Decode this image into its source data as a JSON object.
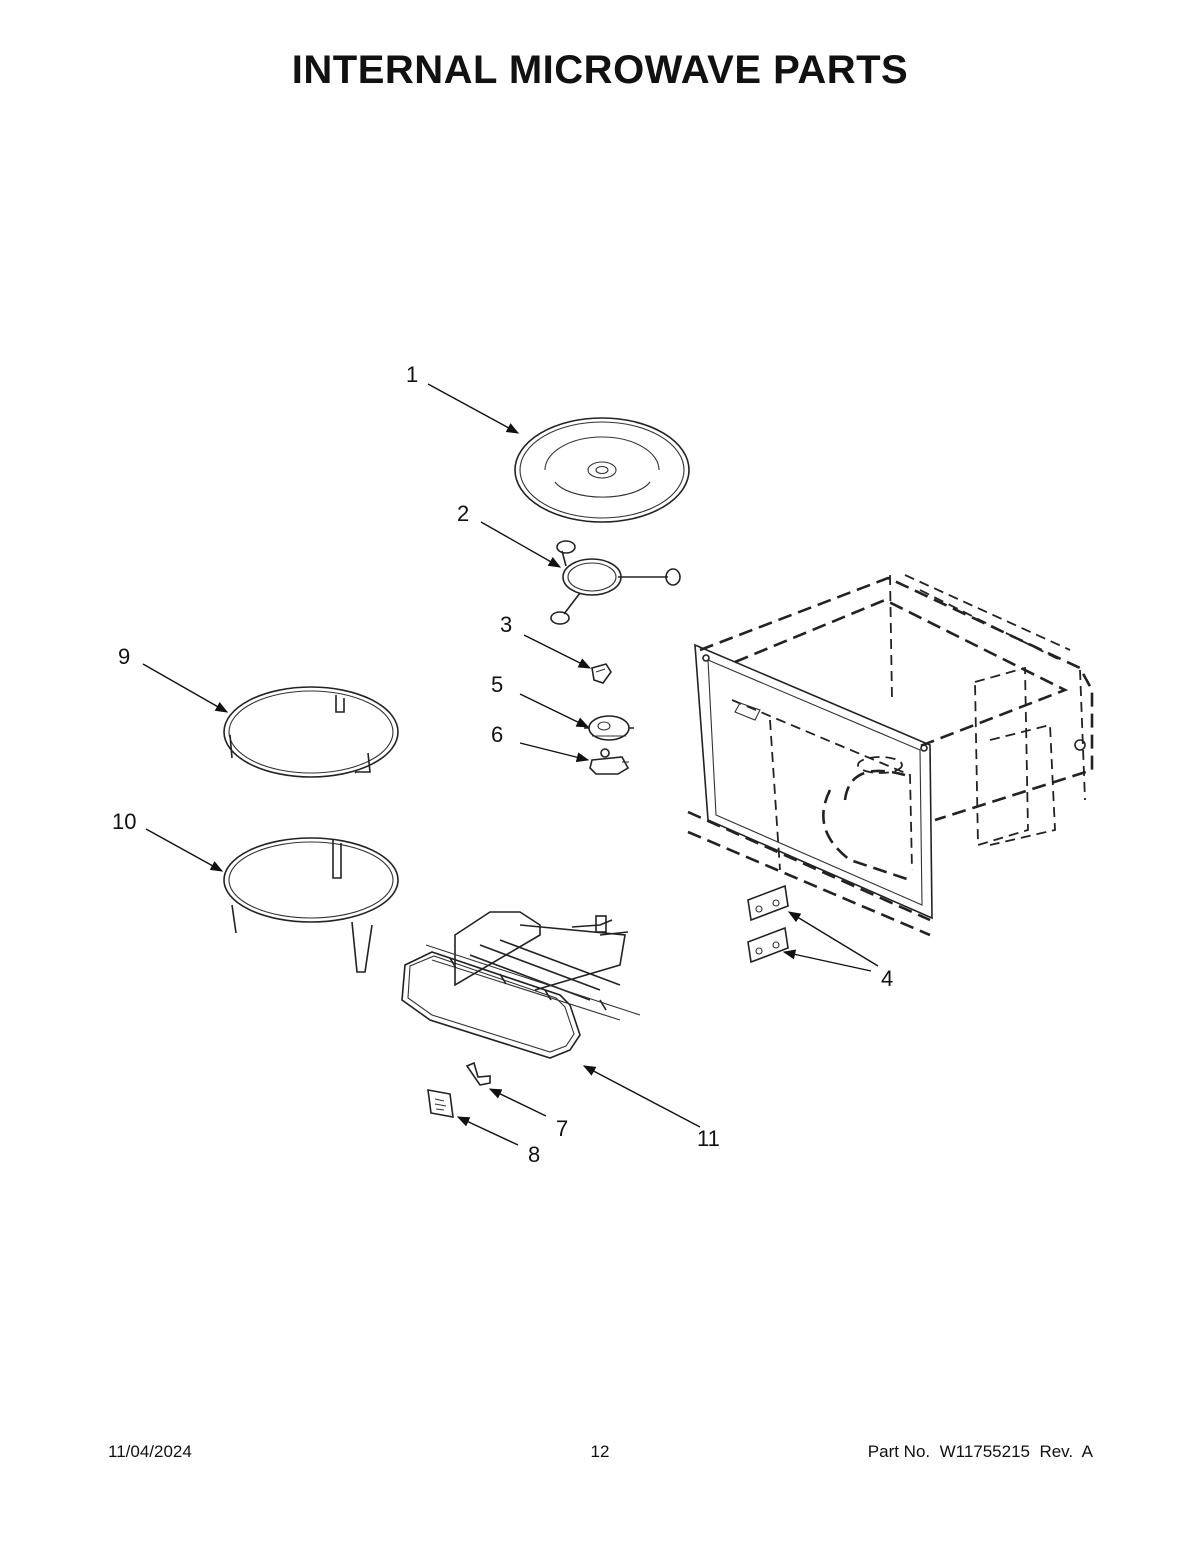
{
  "title": "INTERNAL MICROWAVE PARTS",
  "callouts": [
    "1",
    "2",
    "3",
    "4",
    "5",
    "6",
    "7",
    "8",
    "9",
    "10",
    "11"
  ],
  "footer": {
    "date": "11/04/2024",
    "page": "12",
    "part": "Part No.  W11755215  Rev.  A"
  }
}
